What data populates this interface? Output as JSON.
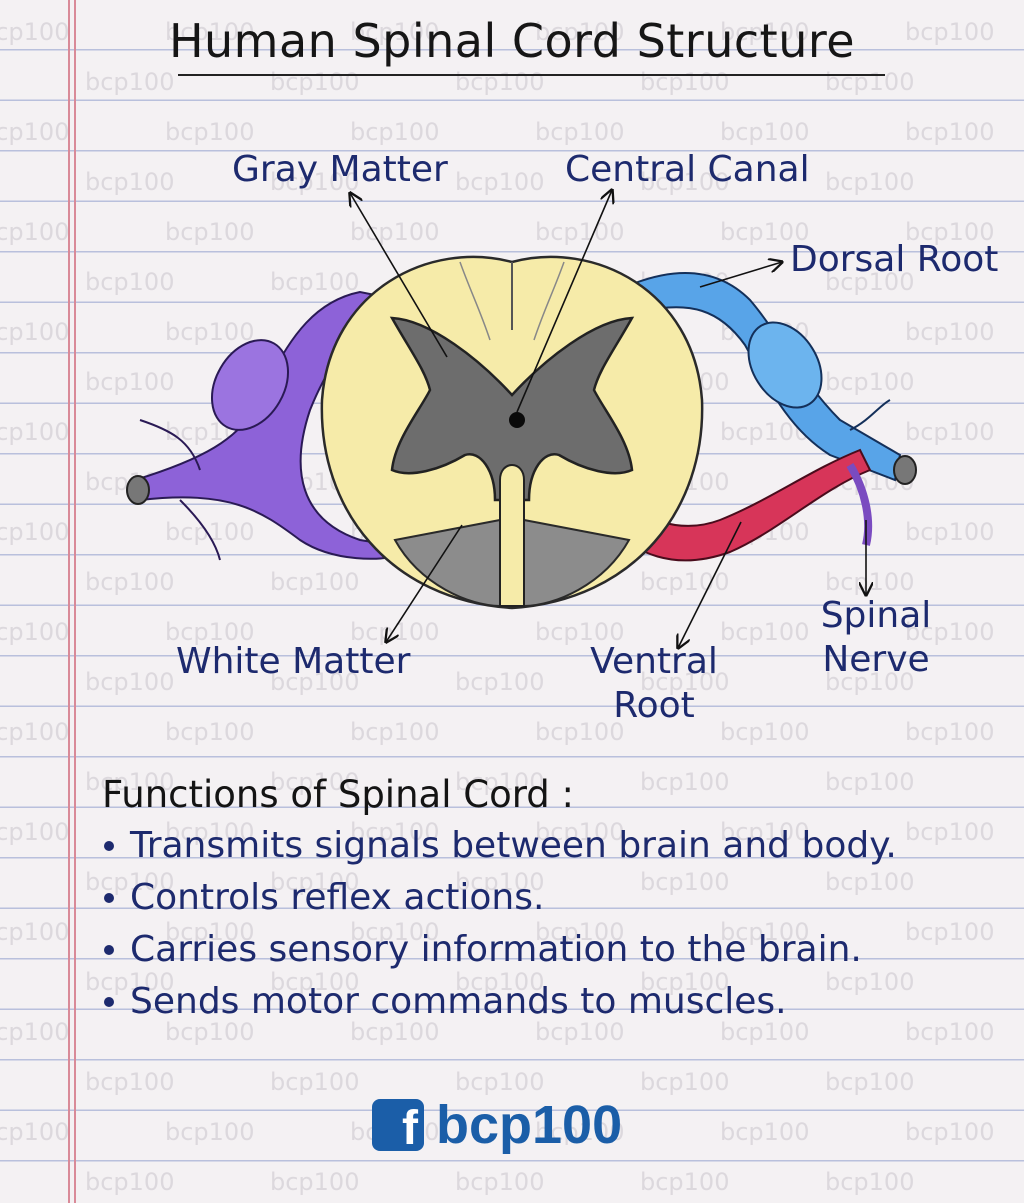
{
  "title": "Human Spinal Cord Structure",
  "labels": {
    "gray_matter": "Gray Matter",
    "central_canal": "Central Canal",
    "dorsal_root": "Dorsal Root",
    "white_matter": "White Matter",
    "ventral_root": "Ventral",
    "ventral_root_2": "Root",
    "spinal_nerve": "Spinal",
    "spinal_nerve_2": "Nerve"
  },
  "functions": {
    "heading": "Functions of Spinal Cord :",
    "items": [
      "Transmits signals between brain and body.",
      "Controls reflex actions.",
      "Carries sensory information to the brain.",
      "Sends motor commands to muscles."
    ]
  },
  "brand": {
    "icon": "facebook-icon",
    "name": "bcp100",
    "watermark": "bcp100"
  },
  "colors": {
    "ink_blue": "#1d2a6e",
    "white_matter": "#f7ecaa",
    "gray_matter": "#707070",
    "dorsal_nerve": "#5aa6e6",
    "ventral_nerve": "#d8325a",
    "left_nerve": "#8a5ad6",
    "brand_blue": "#1b5ea8"
  }
}
